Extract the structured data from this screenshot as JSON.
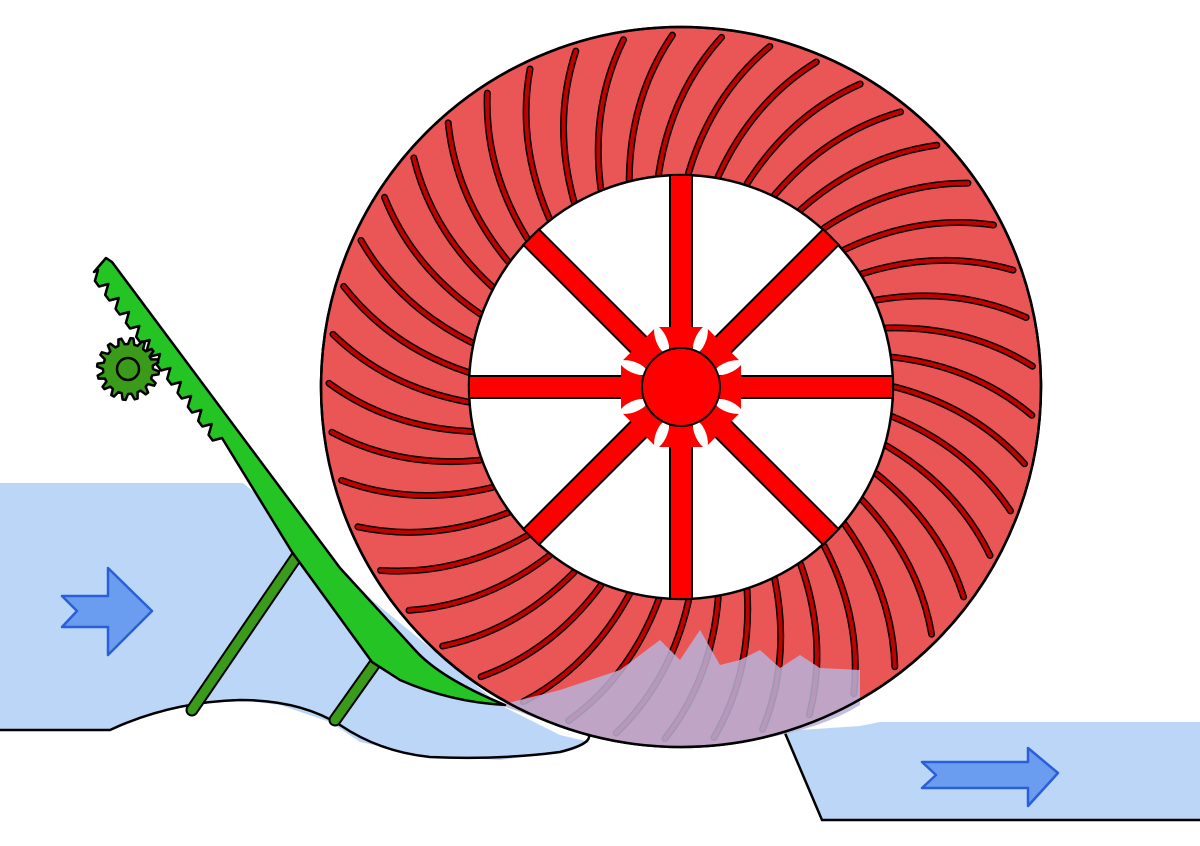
{
  "diagram": {
    "subject": "waterwheel",
    "wheel": {
      "bucket_count": 45,
      "spoke_count": 8
    },
    "flow_arrows": [
      {
        "id": "inflow",
        "icon": "arrow-right-icon"
      },
      {
        "id": "outflow",
        "icon": "arrow-right-icon"
      }
    ],
    "colors": {
      "water": "#bcd6f7",
      "water_in_wheel": "#b9b2d8",
      "arrow": "#6a9cf0",
      "arrow_stroke": "#2b5fd9",
      "wheel_ring": "#ea5656",
      "bucket_line": "#c10000",
      "spokes": "#ff0000",
      "sluice_gate": "#25c425",
      "gate_supports": "#3a9a1a",
      "pinion_gear": "#3a9a1a",
      "outline": "#000000"
    }
  }
}
